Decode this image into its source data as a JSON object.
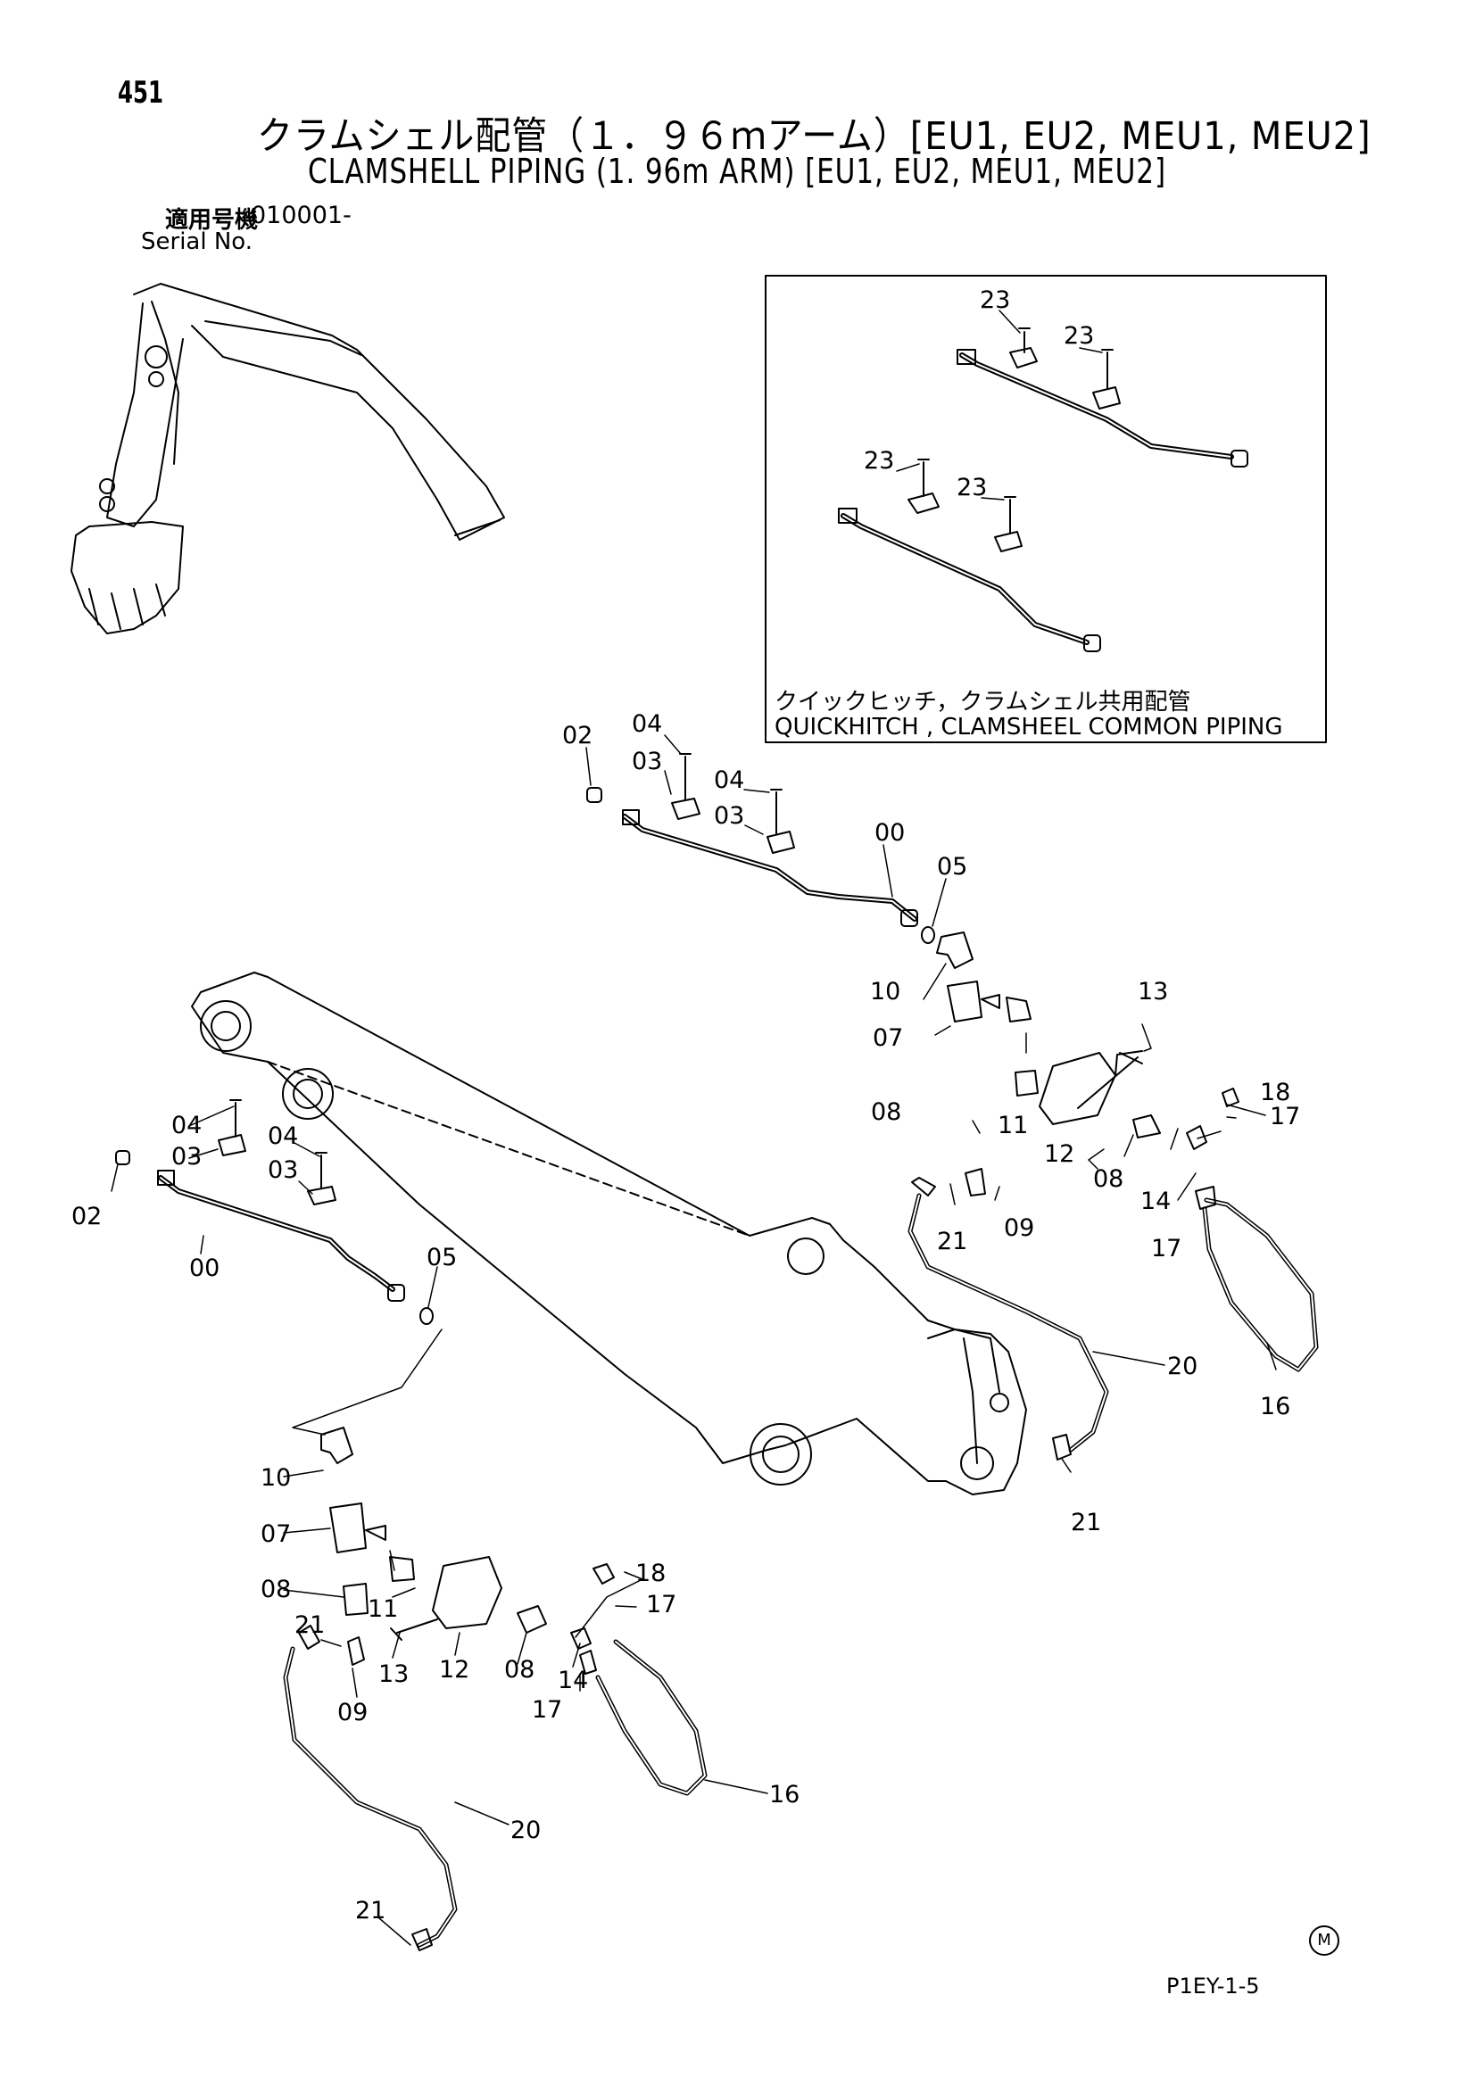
{
  "page_number": "451",
  "title_ja": "クラムシェル配管（１．９６ｍアーム）[EU1, EU2, MEU1, MEU2]",
  "title_en": "CLAMSHELL PIPING (1. 96m ARM) [EU1, EU2, MEU1, MEU2]",
  "serial": {
    "label_ja": "適用号機",
    "number": "010001-",
    "label_en": "Serial No."
  },
  "inset": {
    "caption_ja": "クイックヒッチ，クラムシェル共用配管",
    "caption_en": "QUICKHITCH , CLAMSHEEL COMMON PIPING"
  },
  "callouts": {
    "inset": [
      "23",
      "23",
      "23",
      "23"
    ],
    "right": [
      "02",
      "04",
      "03",
      "04",
      "03",
      "00",
      "05",
      "10",
      "13",
      "07",
      "11",
      "18",
      "17",
      "08",
      "12",
      "08",
      "14",
      "21",
      "09",
      "17",
      "20",
      "16",
      "21"
    ],
    "left": [
      "04",
      "03",
      "04",
      "03",
      "02",
      "00",
      "05",
      "10",
      "07",
      "08",
      "11",
      "18",
      "17",
      "21",
      "13",
      "12",
      "08",
      "14",
      "09",
      "17",
      "16",
      "20",
      "21"
    ]
  },
  "circle_mark": "M",
  "drawing_number": "P1EY-1-5"
}
